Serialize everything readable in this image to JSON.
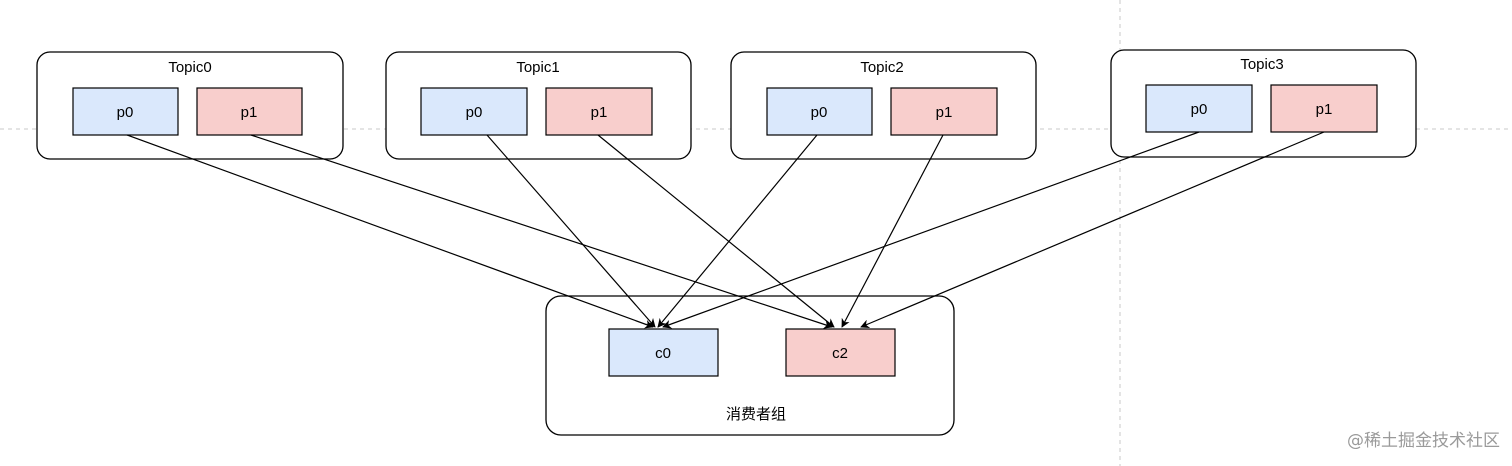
{
  "topics": [
    {
      "label": "Topic0",
      "partitions": [
        "p0",
        "p1"
      ]
    },
    {
      "label": "Topic1",
      "partitions": [
        "p0",
        "p1"
      ]
    },
    {
      "label": "Topic2",
      "partitions": [
        "p0",
        "p1"
      ]
    },
    {
      "label": "Topic3",
      "partitions": [
        "p0",
        "p1"
      ]
    }
  ],
  "consumer_group": {
    "label": "消费者组",
    "consumers": [
      "c0",
      "c2"
    ]
  },
  "assignments": [
    {
      "topic": 0,
      "partition": 0,
      "consumer": 0
    },
    {
      "topic": 0,
      "partition": 1,
      "consumer": 1
    },
    {
      "topic": 1,
      "partition": 0,
      "consumer": 0
    },
    {
      "topic": 1,
      "partition": 1,
      "consumer": 1
    },
    {
      "topic": 2,
      "partition": 0,
      "consumer": 0
    },
    {
      "topic": 2,
      "partition": 1,
      "consumer": 1
    },
    {
      "topic": 3,
      "partition": 0,
      "consumer": 0
    },
    {
      "topic": 3,
      "partition": 1,
      "consumer": 1
    }
  ],
  "colors": {
    "partition0_fill": "#dae8fc",
    "partition1_fill": "#f8cecc"
  },
  "watermark": "@稀土掘金技术社区"
}
